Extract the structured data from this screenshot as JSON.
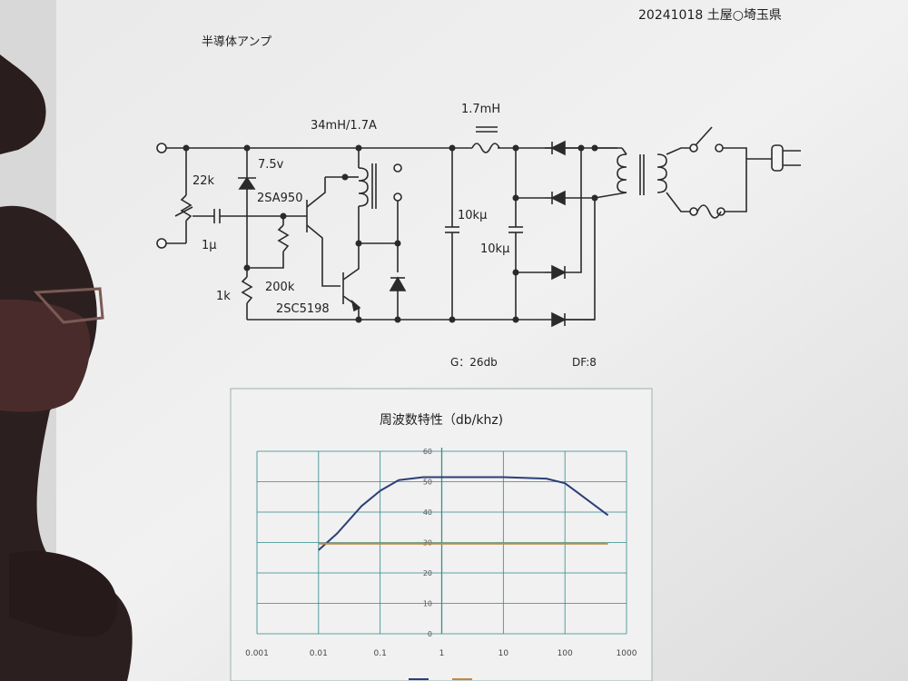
{
  "header": {
    "date_author": "20241018 土屋○埼玉県",
    "title": "半導体アンプ"
  },
  "schematic": {
    "labels": {
      "choke_main": "34mH/1.7A",
      "choke_filter": "1.7mH",
      "pot": "22k",
      "zener_v": "7.5v",
      "pnp": "2SA950",
      "cap_in": "1μ",
      "r_bias": "200k",
      "r_emitter": "1k",
      "npn": "2SC5198",
      "cap_main": "10kμ",
      "cap_second": "10kμ"
    },
    "gain": "G：26db",
    "damping_factor": "DF:8"
  },
  "chart_data": {
    "type": "line",
    "title": "周波数特性（db/khz)",
    "x_scale": "log",
    "x_ticks": [
      "0.001",
      "0.01",
      "0.1",
      "1",
      "10",
      "100",
      "1000"
    ],
    "y_ticks": [
      "0",
      "10",
      "20",
      "30",
      "40",
      "50",
      "60"
    ],
    "ylim": [
      0,
      60
    ],
    "xlim": [
      0.001,
      1000
    ],
    "grid": true,
    "legend_position": "bottom",
    "series": [
      {
        "color": "#2c3e78",
        "x": [
          0.01,
          0.02,
          0.05,
          0.1,
          0.2,
          0.5,
          1,
          5,
          10,
          50,
          100,
          200,
          500
        ],
        "y": [
          27.5,
          33,
          42,
          47,
          50.5,
          51.5,
          51.5,
          51.5,
          51.5,
          51,
          49.5,
          45,
          39
        ]
      },
      {
        "color": "#c08a45",
        "x": [
          0.01,
          0.1,
          1,
          10,
          100,
          500
        ],
        "y": [
          29.6,
          29.6,
          29.6,
          29.6,
          29.6,
          29.6
        ]
      }
    ]
  }
}
